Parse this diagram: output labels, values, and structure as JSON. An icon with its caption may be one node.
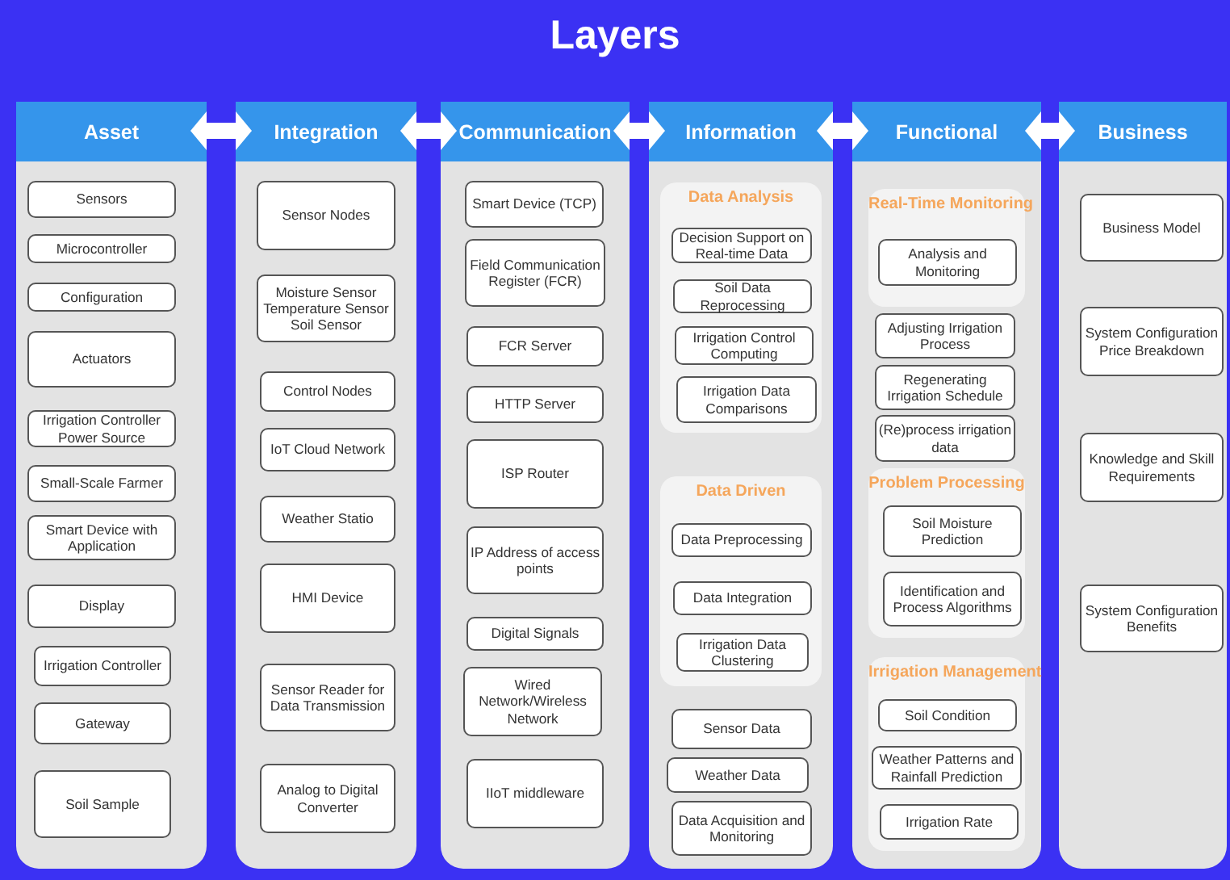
{
  "diagram": {
    "title": "Layers",
    "nodes": [
      {
        "text": [
          "Asset"
        ]
      },
      {
        "text": [
          "Sensors"
        ],
        "in": 0
      },
      {
        "text": [
          "Microcontroller"
        ],
        "in": 0
      },
      {
        "text": [
          "Configuration"
        ],
        "in": 0
      },
      {
        "text": [
          "Actuators"
        ],
        "in": 0
      },
      {
        "text": [
          "Irrigation Controller Power Source"
        ],
        "in": 0
      },
      {
        "text": [
          "Small-Scale Farmer"
        ],
        "in": 0
      },
      {
        "text": [
          "Smart Device with Application"
        ],
        "in": 0
      },
      {
        "text": [
          "Display"
        ],
        "in": 0
      },
      {
        "text": [
          "Irrigation Controller"
        ],
        "in": 0
      },
      {
        "text": [
          "Gateway"
        ],
        "in": 0
      },
      {
        "text": [
          "Soil Sample"
        ],
        "in": 0
      },
      {
        "text": [
          "Integration"
        ]
      },
      {
        "text": [
          "Sensor Nodes"
        ],
        "in": 12
      },
      {
        "text": [
          "Moisture Sensor Temperature Sensor Soil Sensor"
        ],
        "in": 12
      },
      {
        "text": [
          "Control Nodes"
        ],
        "in": 12
      },
      {
        "text": [
          "IoT Cloud Network"
        ],
        "in": 12
      },
      {
        "text": [
          "Weather Statio"
        ],
        "in": 12
      },
      {
        "text": [
          "HMI Device"
        ],
        "in": 12
      },
      {
        "text": [
          "Sensor Reader for Data Transmission"
        ],
        "in": 12
      },
      {
        "text": [
          "Analog to Digital Converter"
        ],
        "in": 12
      },
      {
        "text": [
          "Communication"
        ]
      },
      {
        "text": [
          "Smart Device (TCP)"
        ],
        "in": 21
      },
      {
        "text": [
          "Field Communication Register (FCR)"
        ],
        "in": 21
      },
      {
        "text": [
          "FCR Server"
        ],
        "in": 21
      },
      {
        "text": [
          "HTTP Server"
        ],
        "in": 21
      },
      {
        "text": [
          "ISP Router"
        ],
        "in": 21
      },
      {
        "text": [
          "IP Address of access points"
        ],
        "in": 21
      },
      {
        "text": [
          "Digital Signals"
        ],
        "in": 21
      },
      {
        "text": [
          "Wired Network/Wireless Network"
        ],
        "in": 21
      },
      {
        "text": [
          "IIoT middleware"
        ],
        "in": 21
      },
      {
        "text": [
          "Information"
        ]
      },
      {
        "text": [
          "Data Analysis"
        ],
        "in": 31
      },
      {
        "text": [
          "Decision Support on Real-time Data"
        ],
        "in": 32
      },
      {
        "text": [
          "Soil Data Reprocessing"
        ],
        "in": 32
      },
      {
        "text": [
          "Irrigation Control Computing"
        ],
        "in": 32
      },
      {
        "text": [
          "Irrigation Data Comparisons"
        ],
        "in": 32
      },
      {
        "text": [
          "Data Driven"
        ],
        "in": 31
      },
      {
        "text": [
          "Data Preprocessing"
        ],
        "in": 37
      },
      {
        "text": [
          "Data Integration"
        ],
        "in": 37
      },
      {
        "text": [
          "Irrigation Data Clustering"
        ],
        "in": 37
      },
      {
        "text": [
          "Sensor Data"
        ],
        "in": 31
      },
      {
        "text": [
          "Weather Data"
        ],
        "in": 31
      },
      {
        "text": [
          "Data Acquisition and Monitoring"
        ],
        "in": 31
      },
      {
        "text": [
          "Functional"
        ]
      },
      {
        "text": [
          "Real-Time Monitoring"
        ],
        "in": 44
      },
      {
        "text": [
          "Analysis and Monitoring"
        ],
        "in": 45
      },
      {
        "text": [
          "Adjusting Irrigation Process"
        ],
        "in": 44
      },
      {
        "text": [
          "Regenerating Irrigation Schedule"
        ],
        "in": 44
      },
      {
        "text": [
          "(Re)process irrigation data"
        ],
        "in": 44
      },
      {
        "text": [
          "Problem Processing"
        ],
        "in": 44
      },
      {
        "text": [
          "Soil Moisture Prediction"
        ],
        "in": 50
      },
      {
        "text": [
          "Identification and Process Algorithms"
        ],
        "in": 50
      },
      {
        "text": [
          "Irrigation Management"
        ],
        "in": 44
      },
      {
        "text": [
          "Soil Condition"
        ],
        "in": 53
      },
      {
        "text": [
          "Weather Patterns and Rainfall Prediction"
        ],
        "in": 53
      },
      {
        "text": [
          "Irrigation Rate"
        ],
        "in": 53
      },
      {
        "text": [
          "Business"
        ]
      },
      {
        "text": [
          "Business Model"
        ],
        "in": 57
      },
      {
        "text": [
          "System Configuration Price Breakdown"
        ],
        "in": 57
      },
      {
        "text": [
          "Knowledge and Skill Requirements"
        ],
        "in": 57
      },
      {
        "text": [
          "System Configuration Benefits"
        ],
        "in": 57
      }
    ],
    "edges": [
      {
        "from": 0,
        "to": 12,
        "arrow": "both"
      },
      {
        "from": 12,
        "to": 21,
        "arrow": "both"
      },
      {
        "from": 21,
        "to": 31,
        "arrow": "both"
      },
      {
        "from": 31,
        "to": 44,
        "arrow": "both"
      },
      {
        "from": 44,
        "to": 57,
        "arrow": "both"
      }
    ]
  }
}
